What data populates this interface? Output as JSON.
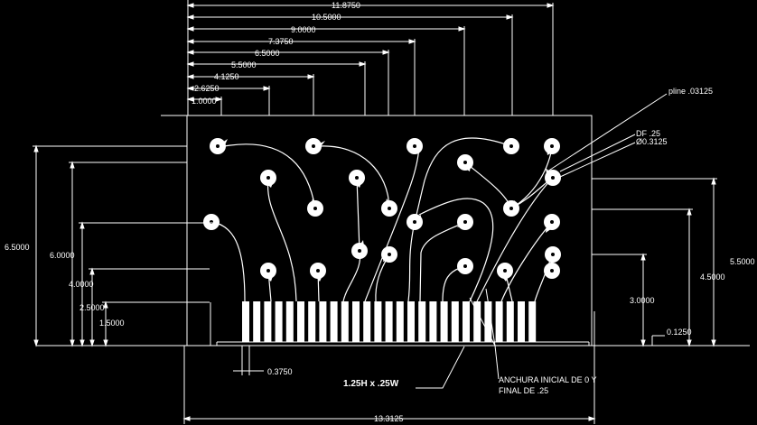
{
  "dimensions": {
    "top": [
      "11.8750",
      "10.5000",
      "9.0000",
      "7.3750",
      "6.5000",
      "5.5000",
      "4.1250",
      "2.6250",
      "1.0000"
    ],
    "left": [
      "6.5000",
      "6.0000",
      "4.0000",
      "2.5000",
      "1.5000"
    ],
    "right": [
      "5.5000",
      "4.5000",
      "3.0000",
      "0.1250"
    ],
    "bottom_width": "13.3125",
    "pad_width": "0.3750"
  },
  "callouts": {
    "pline": "pline .03125",
    "df": "DF .25",
    "diameter": "Ø0.3125",
    "pad_size": "1.25H x .25W",
    "trace_width_line1": "ANCHURA INICIAL DE 0 Y",
    "trace_width_line2": "FINAL DE .25"
  },
  "colors": {
    "background": "#000000",
    "lines": "#ffffff"
  }
}
